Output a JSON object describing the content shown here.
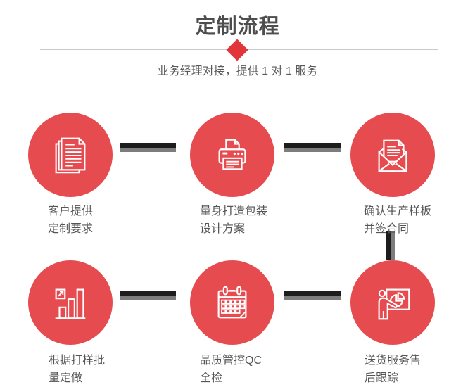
{
  "header": {
    "title": "定制流程",
    "subtitle": "业务经理对接，提供 1 对 1 服务"
  },
  "steps": [
    {
      "icon": "documents-icon",
      "label_line1": "客户提供",
      "label_line2": "定制要求"
    },
    {
      "icon": "printer-icon",
      "label_line1": "量身打造包装",
      "label_line2": "设计方案"
    },
    {
      "icon": "envelope-icon",
      "label_line1": "确认生产样板",
      "label_line2": "并签合同"
    },
    {
      "icon": "bar-chart-icon",
      "label_line1": "根据打样批",
      "label_line2": "量定做"
    },
    {
      "icon": "calendar-icon",
      "label_line1": "品质管控QC",
      "label_line2": "全检"
    },
    {
      "icon": "presentation-icon",
      "label_line1": "送货服务售",
      "label_line2": "后跟踪"
    }
  ],
  "colors": {
    "circle_red": "#e64b4f",
    "diamond_red": "#e23539",
    "title_gray": "#4d4d4d",
    "text_gray": "#595959",
    "connector_dark": "#1d1d1d",
    "connector_gray": "#7d7d7d",
    "divider_gray": "#c9c9c9"
  }
}
